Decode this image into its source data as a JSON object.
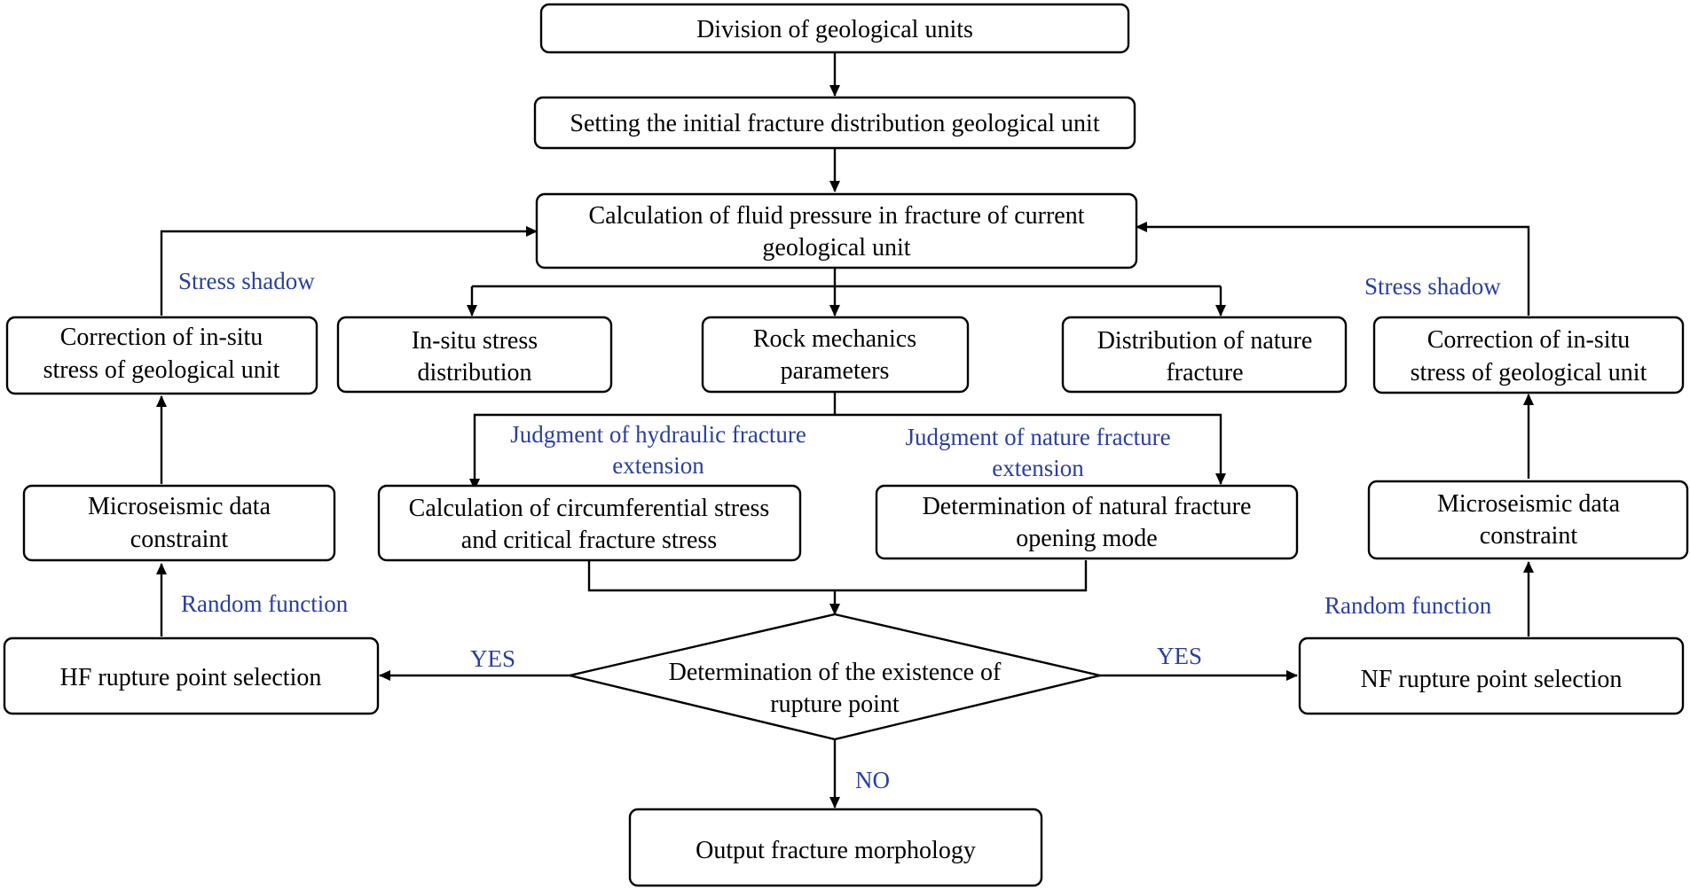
{
  "nodes": {
    "division": {
      "lines": [
        "Division of geological units"
      ]
    },
    "setting": {
      "lines": [
        "Setting the initial fracture distribution geological unit"
      ]
    },
    "fluid_pressure": {
      "lines": [
        "Calculation of fluid pressure in fracture of current",
        "geological unit"
      ]
    },
    "insitu_stress": {
      "lines": [
        "In-situ stress",
        "distribution"
      ]
    },
    "rock_mechanics": {
      "lines": [
        "Rock mechanics",
        "parameters"
      ]
    },
    "nature_fracture_dist": {
      "lines": [
        "Distribution of nature",
        "fracture"
      ]
    },
    "correction_left": {
      "lines": [
        "Correction of in-situ",
        "stress of geological unit"
      ]
    },
    "correction_right": {
      "lines": [
        "Correction of in-situ",
        "stress of geological unit"
      ]
    },
    "microseismic_left": {
      "lines": [
        "Microseismic data",
        "constraint"
      ]
    },
    "microseismic_right": {
      "lines": [
        "Microseismic data",
        "constraint"
      ]
    },
    "circumferential": {
      "lines": [
        "Calculation of circumferential stress",
        "and critical fracture stress"
      ]
    },
    "natural_opening": {
      "lines": [
        "Determination of natural fracture",
        "opening mode"
      ]
    },
    "rupture_existence": {
      "lines": [
        "Determination of the existence of",
        "rupture point"
      ]
    },
    "hf_rupture": {
      "lines": [
        "HF rupture point selection"
      ]
    },
    "nf_rupture": {
      "lines": [
        "NF rupture point selection"
      ]
    },
    "output": {
      "lines": [
        "Output fracture morphology"
      ]
    }
  },
  "labels": {
    "stress_shadow_left": "Stress shadow",
    "stress_shadow_right": "Stress shadow",
    "random_function_left": "Random function",
    "random_function_right": "Random function",
    "judgment_hydraulic": [
      "Judgment of hydraulic fracture",
      "extension"
    ],
    "judgment_nature": [
      "Judgment of nature fracture",
      "extension"
    ],
    "yes_left": "YES",
    "yes_right": "YES",
    "no": "NO"
  },
  "colors": {
    "label_blue": "#2b3f9c",
    "line": "#000000"
  }
}
